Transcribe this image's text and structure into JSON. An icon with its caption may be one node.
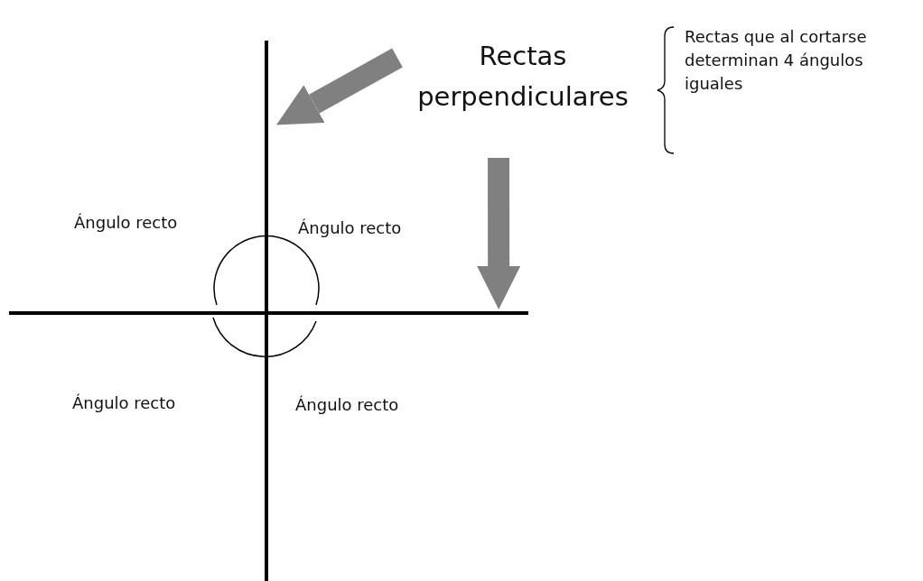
{
  "diagram": {
    "nodes": [
      {
        "text": [
          "Rectas perpendiculares"
        ],
        "beside": [
          "Rectas que al cortarse determinan 4 ángulos iguales"
        ]
      },
      {
        "text": [],
        "shape": "line"
      },
      {
        "text": [],
        "shape": "line"
      }
    ],
    "edges": [
      {
        "from": 0,
        "to": 1,
        "arrow": "to"
      },
      {
        "from": 0,
        "to": 2,
        "arrow": "to"
      }
    ],
    "labels": [
      "Ángulo recto",
      "Ángulo recto",
      "Ángulo recto",
      "Ángulo recto"
    ]
  }
}
